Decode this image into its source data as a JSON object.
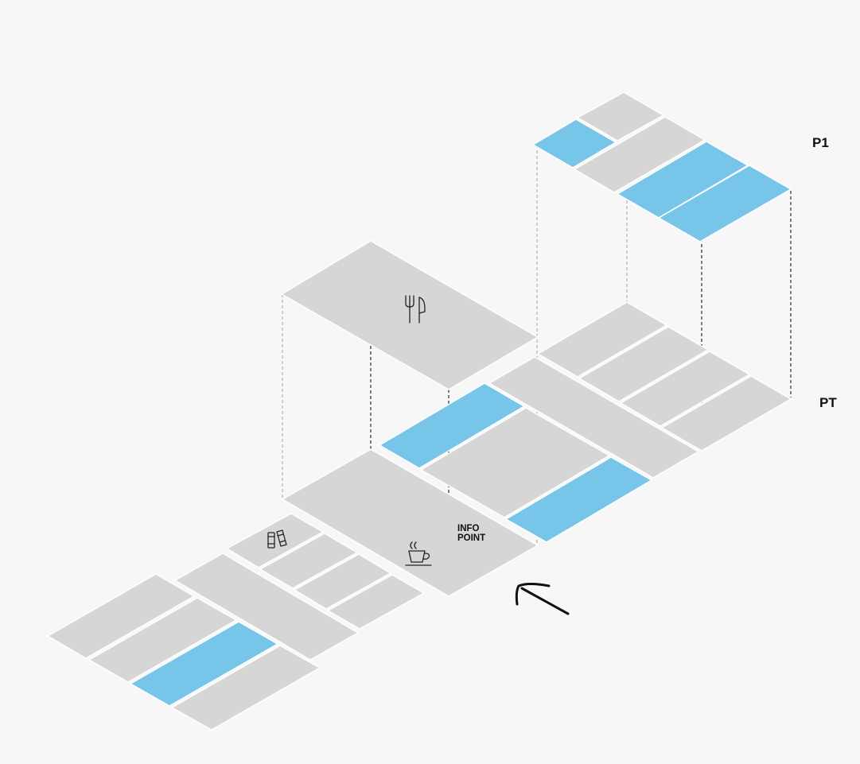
{
  "colors": {
    "background": "#f7f7f7",
    "tile": "#d6d6d6",
    "highlight": "#78c5ea",
    "line": "#1a1a1a"
  },
  "labels": {
    "level_upper": "P1",
    "level_ground": "PT",
    "info_line1": "INFO",
    "info_line2": "POINT"
  },
  "icons": {
    "restaurant": "fork-knife-icon",
    "cafe": "coffee-cup-icon",
    "library": "books-icon",
    "entrance": "entrance-arrow-icon"
  }
}
